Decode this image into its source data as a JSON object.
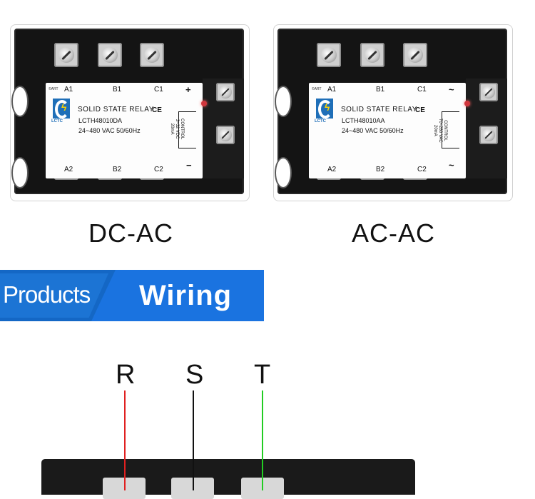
{
  "relays": [
    {
      "id": "dc-ac",
      "caption": "DC-AC",
      "label": {
        "tiny_mark": "©ART",
        "terminals_top": [
          "A1",
          "B1",
          "C1"
        ],
        "terminals_bottom": [
          "A2",
          "B2",
          "C2"
        ],
        "title": "SOLID STATE RELAY",
        "model": "LCTH48010DA",
        "output": "24~480 VAC 50/60Hz",
        "ce": "CE",
        "brand": "LCTC",
        "control_lines": [
          "CONTROL",
          "3~32 VDC",
          "20mA"
        ],
        "sign_top": "+",
        "sign_bottom": "−"
      }
    },
    {
      "id": "ac-ac",
      "caption": "AC-AC",
      "label": {
        "tiny_mark": "©ART",
        "terminals_top": [
          "A1",
          "B1",
          "C1"
        ],
        "terminals_bottom": [
          "A2",
          "B2",
          "C2"
        ],
        "title": "SOLID STATE RELAY",
        "model": "LCTH48010AA",
        "output": "24~480 VAC 50/60Hz",
        "ce": "CE",
        "brand": "LCTC",
        "control_lines": [
          "CONTROL",
          "70~280 VAC",
          "20mA"
        ],
        "sign_top": "~",
        "sign_bottom": "~"
      }
    }
  ],
  "banner": {
    "left_text": "Products",
    "right_text": "Wiring",
    "colors": {
      "left": "#1467c5",
      "right": "#1a73e0"
    }
  },
  "wiring": {
    "phases": [
      {
        "label": "R",
        "color": "#e02020"
      },
      {
        "label": "S",
        "color": "#111111"
      },
      {
        "label": "T",
        "color": "#22cc22"
      }
    ]
  }
}
